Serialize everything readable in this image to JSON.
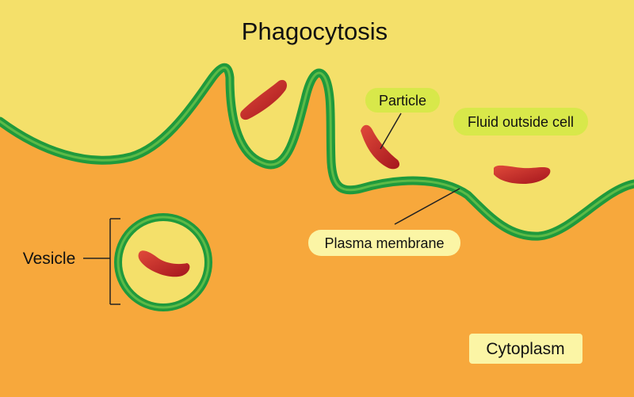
{
  "title": "Phagocytosis",
  "labels": {
    "particle": "Particle",
    "fluid_outside_cell": "Fluid outside cell",
    "plasma_membrane": "Plasma membrane",
    "vesicle": "Vesicle",
    "cytoplasm": "Cytoplasm"
  },
  "colors": {
    "outside_fluid": "#f4e06a",
    "cytoplasm": "#f7a83c",
    "membrane_green": "#1f9a3c",
    "membrane_light": "#8fd14f",
    "particle_red": "#c8282b",
    "label_fill_green": "#d8e84a",
    "label_fill_yellow": "#fbf5a5"
  }
}
